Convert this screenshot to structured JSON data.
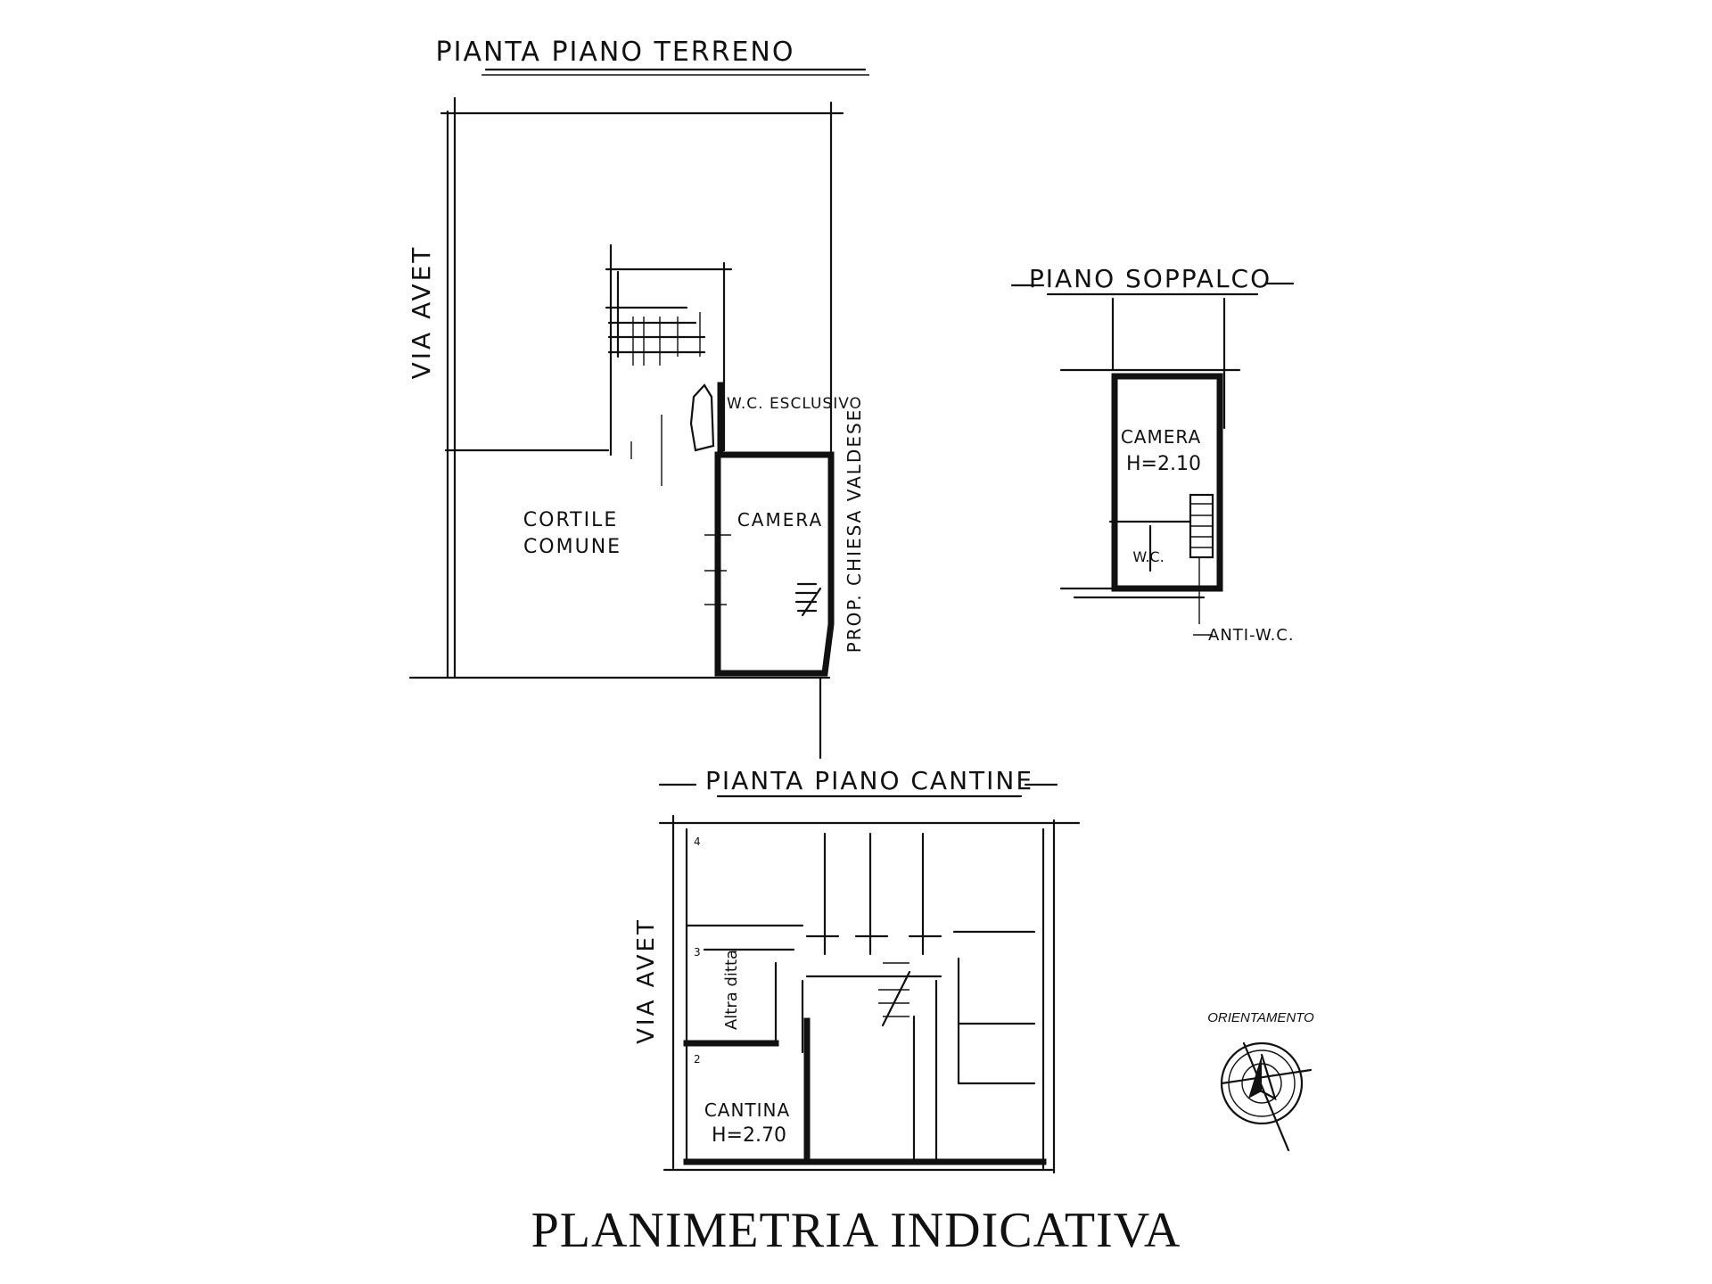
{
  "ground_floor": {
    "heading": "PIANTA PIANO TERRENO",
    "street_label": "VIA AVET",
    "courtyard_label_1": "CORTILE",
    "courtyard_label_2": "COMUNE",
    "wc_label": "W.C. ESCLUSIVO",
    "room_label": "CAMERA",
    "neighbor_label": "PROP. CHIESA VALDESE"
  },
  "mezzanine": {
    "heading": "PIANO SOPPALCO",
    "room_label": "CAMERA",
    "height_label": "H=2.10",
    "wc_label": "W.C.",
    "anti_wc_label": "ANTI-W.C."
  },
  "cellar": {
    "heading": "PIANTA PIANO CANTINE",
    "street_label": "VIA AVET",
    "other_owner_label": "Altra ditta",
    "room_label": "CANTINA",
    "height_label": "H=2.70",
    "marks": [
      "4",
      "3",
      "2"
    ]
  },
  "orientation": {
    "label": "ORIENTAMENTO",
    "icon": "north-arrow-icon"
  },
  "footer": {
    "title": "PLANIMETRIA INDICATIVA"
  }
}
